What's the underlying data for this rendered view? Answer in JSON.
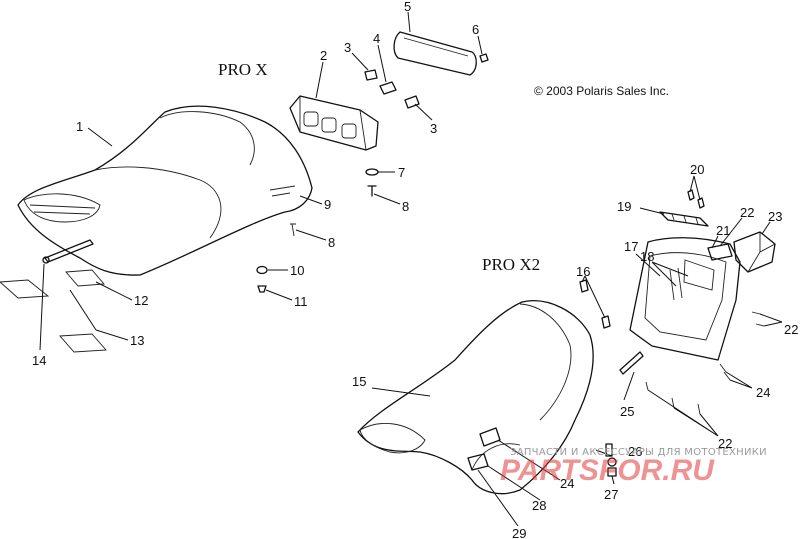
{
  "labels": {
    "pro_x": "PRO X",
    "pro_x2": "PRO X2",
    "copyright": "© 2003 Polaris Sales Inc."
  },
  "callouts": [
    "1",
    "2",
    "3",
    "4",
    "5",
    "6",
    "3",
    "7",
    "8",
    "9",
    "8",
    "10",
    "11",
    "12",
    "13",
    "14",
    "15",
    "16",
    "17",
    "18",
    "19",
    "20",
    "21",
    "22",
    "23",
    "22",
    "24",
    "25",
    "22",
    "26",
    "27",
    "28",
    "24",
    "29"
  ],
  "watermark": {
    "text": "ЗАПЧАСТИ И АКСЕССУАРЫ ДЛЯ МОТОТЕХНИКИ",
    "logo": "PARTSFOR.RU"
  },
  "colors": {
    "line": "#111111",
    "watermark_logo": "#e23a3a",
    "watermark_text": "#9a9a9a"
  }
}
